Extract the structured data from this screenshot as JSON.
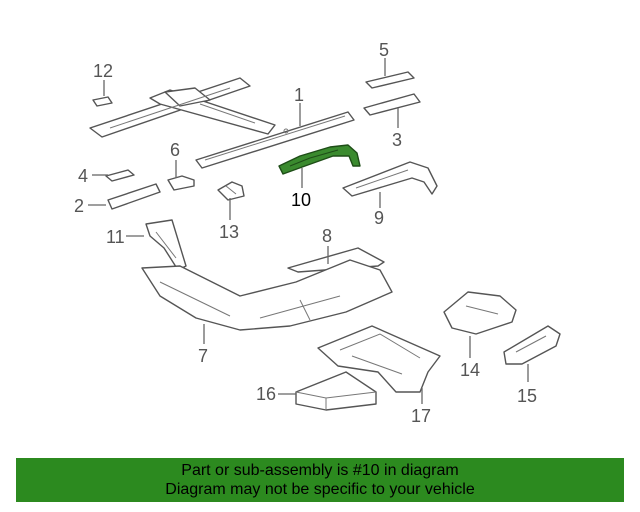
{
  "diagram": {
    "selected_part": "10",
    "highlight_color": "#3a8a2e",
    "callouts": [
      {
        "id": "p1",
        "label": "1"
      },
      {
        "id": "p2",
        "label": "2"
      },
      {
        "id": "p3",
        "label": "3"
      },
      {
        "id": "p4",
        "label": "4"
      },
      {
        "id": "p5",
        "label": "5"
      },
      {
        "id": "p6",
        "label": "6"
      },
      {
        "id": "p7",
        "label": "7"
      },
      {
        "id": "p8",
        "label": "8"
      },
      {
        "id": "p9",
        "label": "9"
      },
      {
        "id": "p10",
        "label": "10"
      },
      {
        "id": "p11",
        "label": "11"
      },
      {
        "id": "p12",
        "label": "12"
      },
      {
        "id": "p13",
        "label": "13"
      },
      {
        "id": "p14",
        "label": "14"
      },
      {
        "id": "p15",
        "label": "15"
      },
      {
        "id": "p16",
        "label": "16"
      },
      {
        "id": "p17",
        "label": "17"
      }
    ]
  },
  "banner": {
    "color": "#2c8a1f",
    "line1": "Part or sub-assembly is #10 in diagram",
    "line2": "Diagram may not be specific to your vehicle"
  }
}
